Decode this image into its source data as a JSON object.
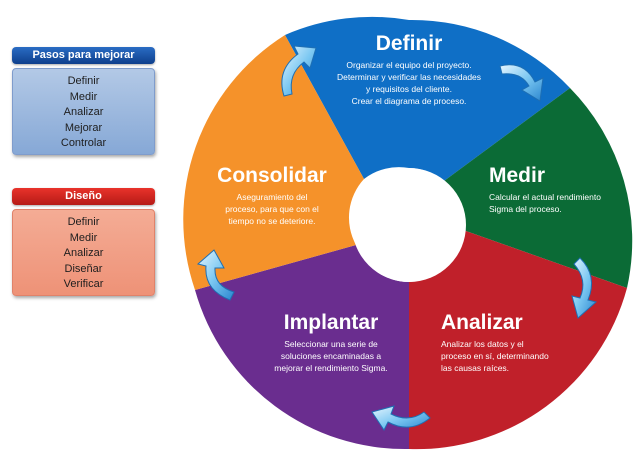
{
  "panels": {
    "mejorar": {
      "title": "Pasos para mejorar",
      "items": [
        "Definir",
        "Medir",
        "Analizar",
        "Mejorar",
        "Controlar"
      ]
    },
    "diseno": {
      "title": "Diseño",
      "items": [
        "Definir",
        "Medir",
        "Analizar",
        "Diseñar",
        "Verificar"
      ]
    }
  },
  "wheel": {
    "segments": [
      {
        "title": "Definir",
        "color": "#0f6fc6",
        "desc": [
          "Organizar el equipo del proyecto.",
          "Determinar y verificar las necesidades",
          "y requisitos del cliente.",
          "Crear el diagrama de proceso."
        ]
      },
      {
        "title": "Medir",
        "color": "#0b6b36",
        "desc": [
          "Calcular el actual rendimiento",
          "Sigma del proceso."
        ]
      },
      {
        "title": "Analizar",
        "color": "#c0202a",
        "desc": [
          "Analizar los datos y el",
          "proceso en sí, determinando",
          "las causas raíces."
        ]
      },
      {
        "title": "Implantar",
        "color": "#6a2d8f",
        "desc": [
          "Seleccionar una serie de",
          "soluciones encaminadas a",
          "mejorar el rendimiento Sigma."
        ]
      },
      {
        "title": "Consolidar",
        "color": "#f5922a",
        "desc": [
          "Aseguramiento del",
          "proceso, para que con el",
          "tiempo no se deteriore."
        ]
      }
    ]
  }
}
